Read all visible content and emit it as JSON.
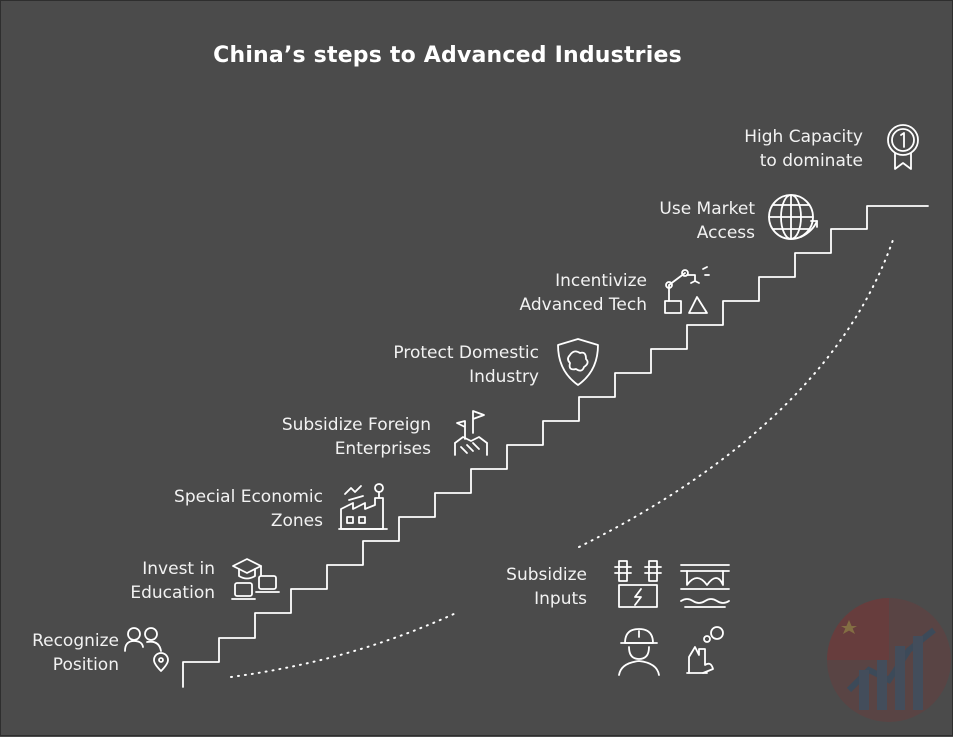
{
  "title": "China’s steps to Advanced Industries",
  "steps": [
    {
      "line1": "Recognize",
      "line2": "Position",
      "icon": "people-location-icon"
    },
    {
      "line1": "Invest in",
      "line2": "Education",
      "icon": "graduation-laptop-icon"
    },
    {
      "line1": "Special Economic",
      "line2": "Zones",
      "icon": "factory-icon"
    },
    {
      "line1": "Subsidize Foreign",
      "line2": "Enterprises",
      "icon": "handshake-flag-icon"
    },
    {
      "line1": "Protect Domestic",
      "line2": "Industry",
      "icon": "shield-map-icon"
    },
    {
      "line1": "Incentivize",
      "line2": "Advanced Tech",
      "icon": "robot-arm-icon"
    },
    {
      "line1": "Use Market",
      "line2": "Access",
      "icon": "globe-arrow-icon"
    },
    {
      "line1": "High Capacity",
      "line2": "to dominate",
      "icon": "medal-icon"
    }
  ],
  "inputs": {
    "line1": "Subsidize",
    "line2": "Inputs",
    "icons": [
      "power-tower-icon",
      "bridge-icon",
      "worker-icon",
      "hand-idea-icon"
    ]
  },
  "colors": {
    "background": "#4b4b4b",
    "foreground": "#ffffff"
  }
}
